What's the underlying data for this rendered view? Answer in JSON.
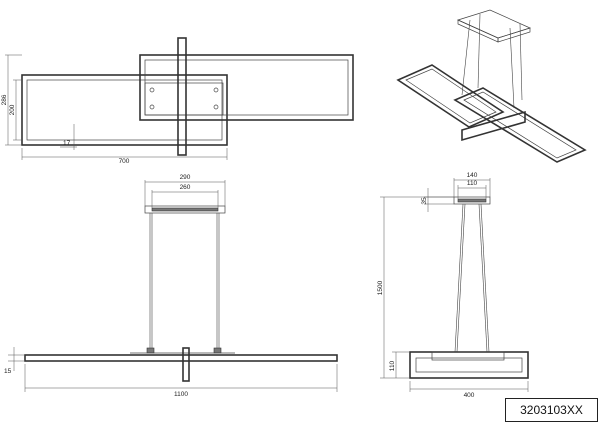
{
  "model_number": "3203103XX",
  "top_view": {
    "height_outer": "286",
    "height_inner": "200",
    "gap": "17",
    "width": "700"
  },
  "front_view": {
    "canopy_outer": "290",
    "canopy_inner": "260",
    "frame_thickness": "15",
    "total_width": "1100"
  },
  "side_view": {
    "canopy_outer": "140",
    "canopy_inner": "110",
    "canopy_height": "35",
    "total_height": "1500",
    "frame_height": "110",
    "frame_width": "400"
  }
}
